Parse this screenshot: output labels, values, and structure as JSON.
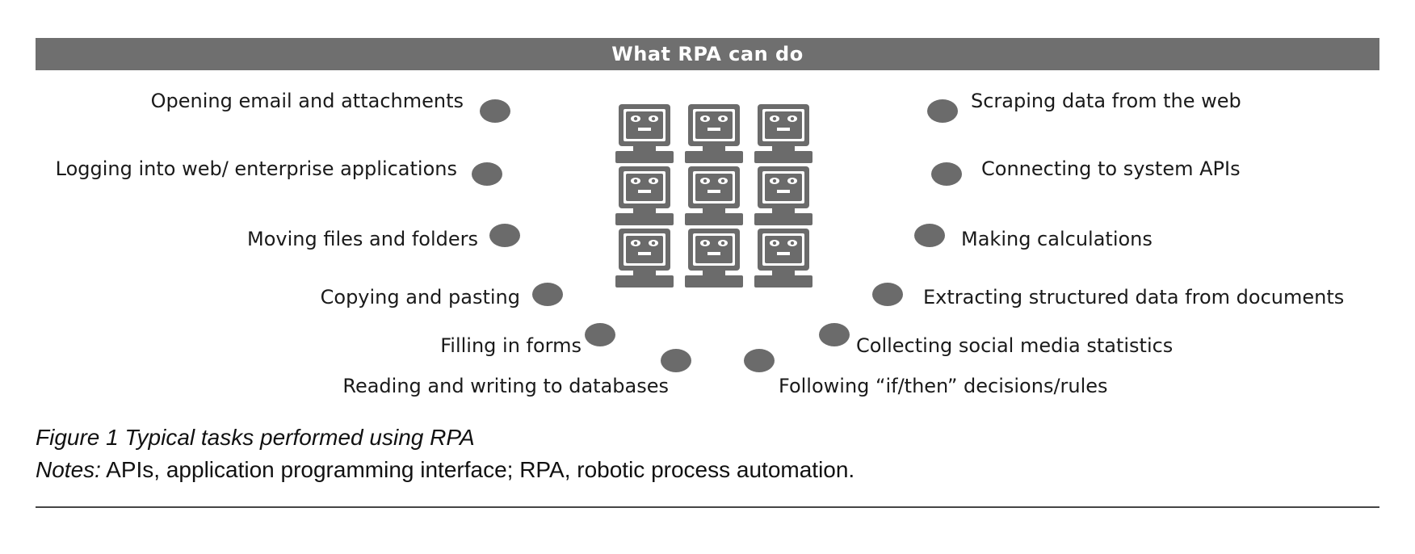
{
  "figure": {
    "header_title": "What RPA can do",
    "left_tasks": [
      "Opening email and attachments",
      "Logging into web/ enterprise applications",
      "Moving files and folders",
      "Copying and pasting",
      "Filling in forms",
      "Reading and writing to databases"
    ],
    "right_tasks": [
      "Scraping data from the web",
      "Connecting to system APIs",
      "Making calculations",
      "Extracting structured data from documents",
      "Collecting social media statistics",
      "Following “if/then” decisions/rules"
    ],
    "robot_icon": "robot-computer-icon",
    "dot_color": "#6b6b6b",
    "header_color": "#6f6f6f"
  },
  "caption": {
    "title": "Figure 1   Typical tasks performed using RPA",
    "notes_label": "Notes:",
    "notes_text": " APIs, application programming interface; RPA, robotic process automation."
  }
}
